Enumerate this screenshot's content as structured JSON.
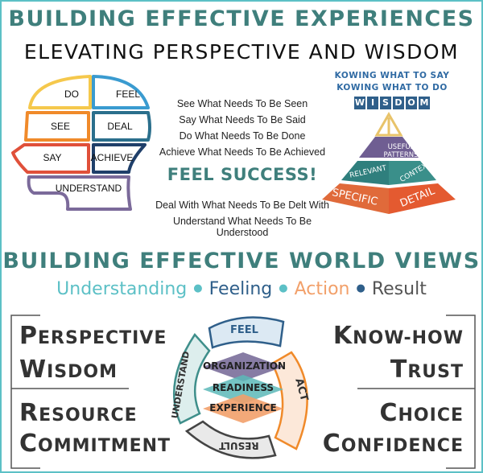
{
  "header": {
    "title": "BUILDING EFFECTIVE EXPERIENCES",
    "subtitle": "ELEVATING PERSPECTIVE AND WISDOM"
  },
  "head": {
    "labels": [
      "DO",
      "FEEL",
      "SEE",
      "DEAL",
      "SAY",
      "ACHIEVE",
      "UNDERSTAND"
    ],
    "colors": {
      "yellow": "#f5c84c",
      "blue": "#3a9bd0",
      "orange": "#f08a2a",
      "teal": "#2b6f8c",
      "red": "#e0503a",
      "navy": "#1f3f6a",
      "purple": "#7b6a9a"
    }
  },
  "middle": {
    "lines_top": [
      "See What Needs To Be Seen",
      "Say What Needs To Be Said",
      "Do What Needs To Be Done",
      "Achieve What Needs To Be Achieved"
    ],
    "feel_success": "FEEL SUCCESS!",
    "lines_bottom": [
      "Deal With What Needs To Be Delt With",
      "Understand What Needs To Be Understood"
    ]
  },
  "pyramid": {
    "line1": "KOWING WHAT TO SAY",
    "line2": "KOWING WHAT TO DO",
    "wisdom_letters": [
      "W",
      "I",
      "S",
      "D",
      "O",
      "M"
    ],
    "tier_top": "USEFUL PATTERNS",
    "tier_mid_left": "RELEVANT",
    "tier_mid_right": "CONTEXT",
    "tier_bottom_left": "SPECIFIC",
    "tier_bottom_right": "DETAIL"
  },
  "world": {
    "title": "BUILDING EFFECTIVE WORLD VIEWS",
    "words": [
      "Understanding",
      "Feeling",
      "Action",
      "Result"
    ],
    "dot": "●",
    "word_colors": [
      "#5cc0c6",
      "#2f5f8a",
      "#f2a06a",
      "#555555"
    ]
  },
  "left_words": [
    {
      "first": "P",
      "rest": "ERSPECTIVE"
    },
    {
      "first": "W",
      "rest": "ISDOM"
    },
    {
      "first": "R",
      "rest": "ESOURCE"
    },
    {
      "first": "C",
      "rest": "OMMITMENT"
    }
  ],
  "right_words": [
    {
      "first": "K",
      "rest": "NOW-HOW"
    },
    {
      "first": "T",
      "rest": "RUST"
    },
    {
      "first": "C",
      "rest": "HOICE"
    },
    {
      "first": "C",
      "rest": "ONFIDENCE"
    }
  ],
  "cycle": {
    "top": "FEEL",
    "right": "ACT",
    "bottom": "RESULT",
    "left": "UNDERSTAND",
    "layers": [
      "ORGANIZATION",
      "READINESS",
      "EXPERIENCE"
    ]
  }
}
